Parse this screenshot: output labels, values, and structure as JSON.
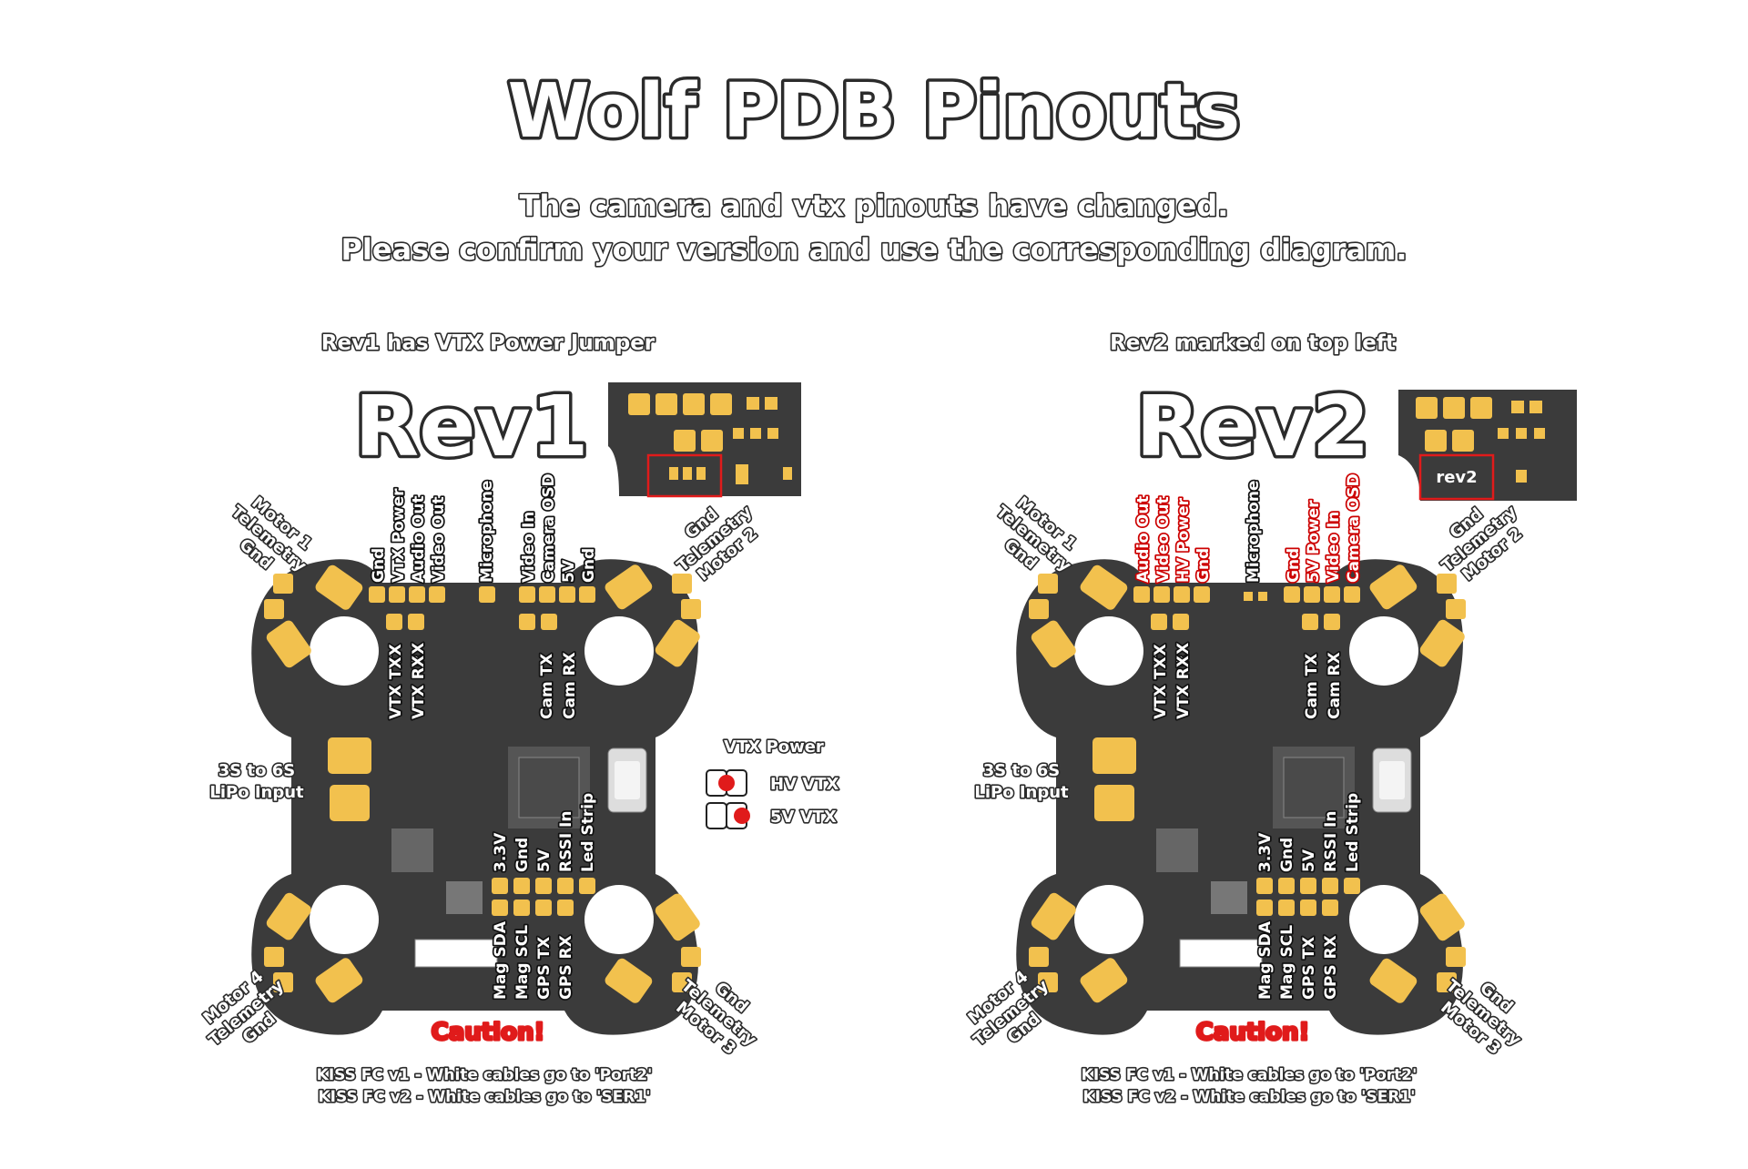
{
  "title": "Wolf PDB Pinouts",
  "subtitle_line1": "The camera and vtx pinouts have changed.",
  "subtitle_line2": "Please confirm your version and use the corresponding diagram.",
  "colors": {
    "board": "#3b3b3b",
    "pad": "#f2c14e",
    "accent_red": "#cc0000"
  },
  "rev1": {
    "note": "Rev1 has VTX Power Jumper",
    "label": "Rev1",
    "top_pins": [
      "Gnd",
      "VTX Power",
      "Audio Out",
      "Video Out",
      "Microphone",
      "Video In",
      "Camera OSD",
      "5V",
      "Gnd"
    ],
    "uart_vtx": [
      "TX",
      "RX",
      "VTX TX",
      "VTX RX"
    ],
    "uart_cam": [
      "Cam TX",
      "Cam RX"
    ],
    "bottom_pins": [
      "3.3V",
      "Gnd",
      "5V",
      "RSSI In",
      "Led Strip"
    ],
    "bottom_pins2": [
      "Mag SDA",
      "Mag SCL",
      "GPS TX",
      "GPS RX"
    ],
    "input": [
      "3S to 6S",
      "LiPo Input"
    ],
    "motor1": [
      "Motor 1",
      "Telemetry",
      "Gnd"
    ],
    "motor2": [
      "Gnd",
      "Telemetry",
      "Motor 2"
    ],
    "motor3": [
      "Gnd",
      "Telemetry",
      "Motor 3"
    ],
    "motor4": [
      "Motor 4",
      "Telemetry",
      "Gnd"
    ],
    "jumper_title": "VTX Power",
    "jumper_hv": "HV VTX",
    "jumper_5v": "5V VTX",
    "caution": "Caution!",
    "kiss1": "KISS FC v1 - White cables go to 'Port2'",
    "kiss2": "KISS FC v2 - White cables go to 'SER1'"
  },
  "rev2": {
    "note": "Rev2 marked on top left",
    "label": "Rev2",
    "marker": "rev2",
    "top_pins_red": [
      "Audio Out",
      "Video Out",
      "HV Power",
      "Gnd"
    ],
    "top_pin_mid": "Microphone",
    "top_pins_red2": [
      "Gnd",
      "5V Power",
      "Video In",
      "Camera OSD"
    ],
    "uart_vtx": [
      "TX",
      "RX",
      "VTX TX",
      "VTX RX"
    ],
    "uart_cam": [
      "Cam TX",
      "Cam RX"
    ],
    "bottom_pins": [
      "3.3V",
      "Gnd",
      "5V",
      "RSSI In",
      "Led Strip"
    ],
    "bottom_pins2": [
      "Mag SDA",
      "Mag SCL",
      "GPS TX",
      "GPS RX"
    ],
    "input": [
      "3S to 6S",
      "LiPo Input"
    ],
    "motor1": [
      "Motor 1",
      "Telemetry",
      "Gnd"
    ],
    "motor2": [
      "Gnd",
      "Telemetry",
      "Motor 2"
    ],
    "motor3": [
      "Gnd",
      "Telemetry",
      "Motor 3"
    ],
    "motor4": [
      "Motor 4",
      "Telemetry",
      "Gnd"
    ],
    "caution": "Caution!",
    "kiss1": "KISS FC v1 - White cables go to 'Port2'",
    "kiss2": "KISS FC v2 - White cables go to 'SER1'"
  }
}
